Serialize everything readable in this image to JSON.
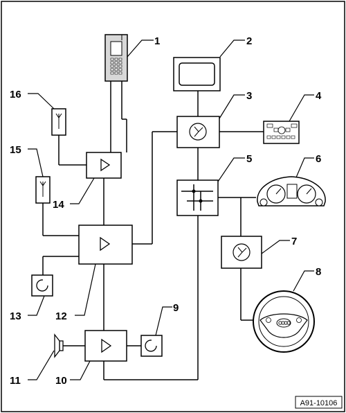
{
  "diagram": {
    "reference_code": "A91-10106",
    "callouts": [
      "1",
      "2",
      "3",
      "4",
      "5",
      "6",
      "7",
      "8",
      "9",
      "10",
      "11",
      "12",
      "13",
      "14",
      "15",
      "16"
    ],
    "colors": {
      "line": "#000000",
      "background": "#ffffff",
      "component_fill": "#ffffff",
      "phone_fill": "#d8d8d8"
    }
  }
}
